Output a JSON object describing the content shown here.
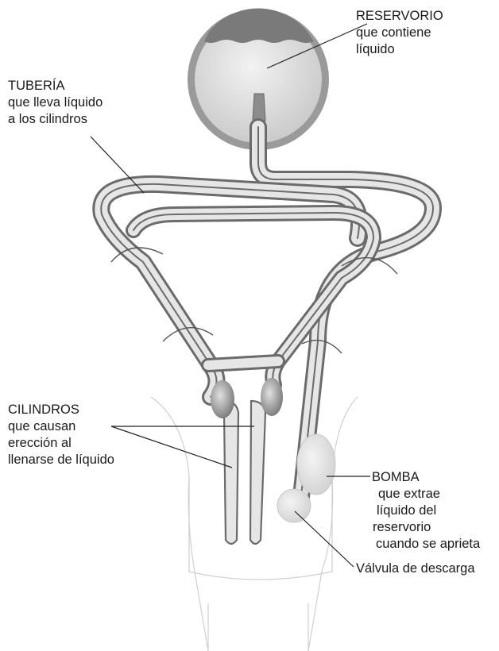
{
  "labels": {
    "reservoir": {
      "title": "RESERVORIO",
      "line1": "que contiene",
      "line2": "líquido"
    },
    "tubing": {
      "title": "TUBERÍA",
      "line1": "que lleva líquido",
      "line2": "a los cilindros"
    },
    "cylinders": {
      "title": "CILINDROS",
      "line1": "que causan",
      "line2": "erección al",
      "line3": "llenarse de líquido"
    },
    "pump": {
      "title": "BOMBA",
      "line1": "que extrae",
      "line2": "líquido del",
      "line3": "reservorio",
      "line4": "cuando se aprieta"
    },
    "valve": {
      "title": "Válvula de descarga"
    }
  },
  "colors": {
    "line": "#222222",
    "tube_stroke": "#6b6b6b",
    "body_outline": "#cfcfcf",
    "fill_light": "#e6e6e6",
    "fill_dark": "#8a8a8a"
  }
}
